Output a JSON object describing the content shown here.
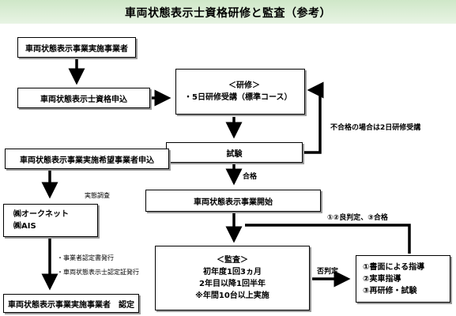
{
  "title": "車両状態表示士資格研修と監査（参考）",
  "boxes": {
    "operator": "車両状態表示事業実施事業者",
    "application": "車両状態表示士資格申込",
    "training": [
      "＜研修＞",
      "・5日研修受講（標準コース）"
    ],
    "exam": "試験",
    "business_application": "車両状態表示事業実施希望事業者申込",
    "start": "車両状態表示事業開始",
    "orgs": [
      "㈱オークネット",
      "㈱AIS"
    ],
    "audit": [
      "＜監査＞",
      "初年度1回3ヵ月",
      "2年目以降1回半年",
      "※年間10台以上実施"
    ],
    "certified": "車両状態表示事業実施事業者　認定",
    "guidance": [
      "①書面による指導",
      "②実車指導",
      "③再研修・試験"
    ]
  },
  "labels": {
    "fail": "不合格の場合は2日研修受講",
    "pass": "合格",
    "inspection": "実態調査",
    "good": "①②良判定、③合格",
    "reject": "否判定",
    "cert_issue": "・事業者認定書発行",
    "card_issue": "・車両状態表示士認定証発行"
  }
}
